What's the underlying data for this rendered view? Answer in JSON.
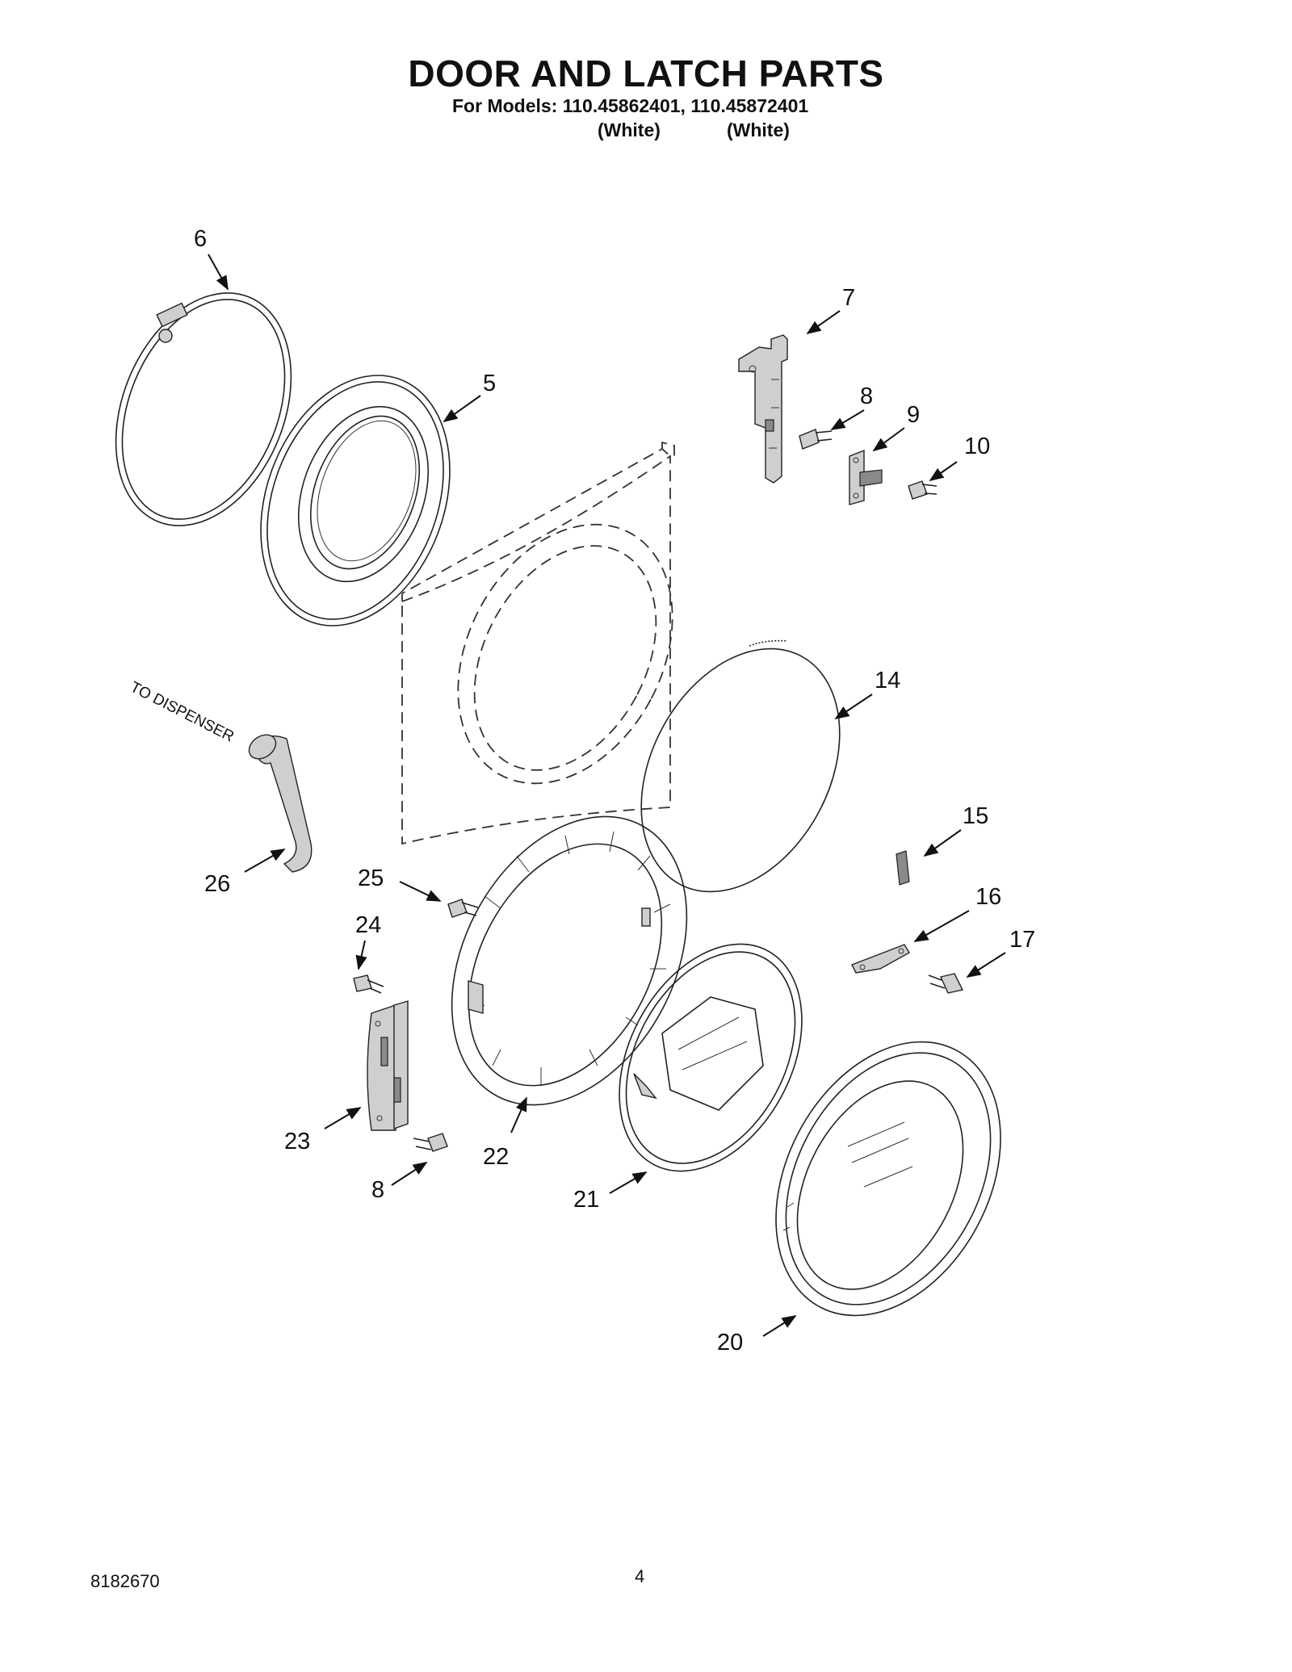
{
  "header": {
    "title": "DOOR AND LATCH PARTS",
    "subtitle": "For Models: 110.45862401, 110.45872401",
    "model_colors": [
      "(White)",
      "(White)"
    ]
  },
  "footer": {
    "doc_number": "8182670",
    "page_number": "4"
  },
  "callouts": {
    "c5": "5",
    "c6": "6",
    "c7": "7",
    "c8a": "8",
    "c9": "9",
    "c10": "10",
    "c14": "14",
    "c15": "15",
    "c16": "16",
    "c17": "17",
    "c20": "20",
    "c21": "21",
    "c22": "22",
    "c23": "23",
    "c24": "24",
    "c25": "25",
    "c26": "26",
    "c8b": "8"
  },
  "notes": {
    "to_dispenser": "TO DISPENSER"
  }
}
